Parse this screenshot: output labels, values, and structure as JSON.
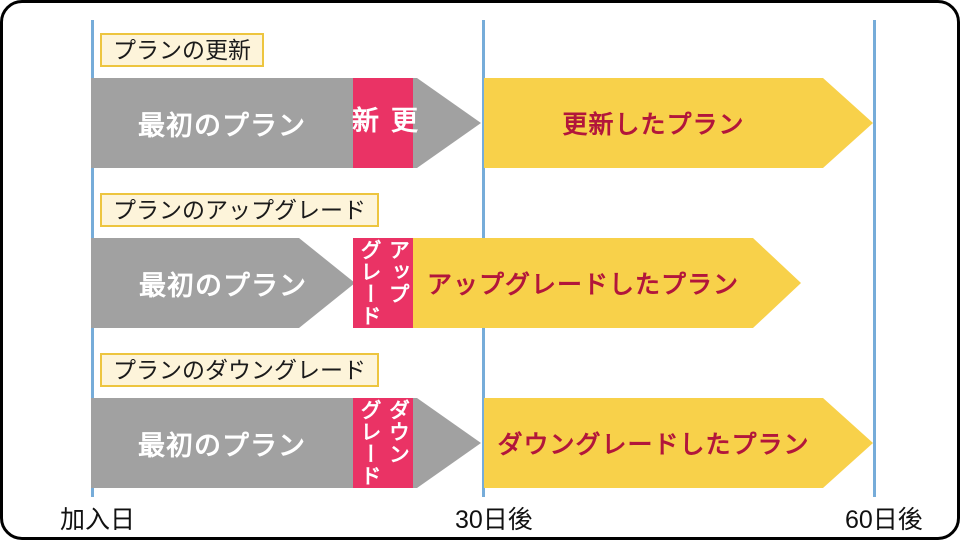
{
  "colors": {
    "pink": "#EA3365",
    "yellow": "#F8D14A",
    "gray": "#A1A1A1",
    "crimson": "#B2163B",
    "timeline_blue": "#76ACD9",
    "label_bg": "#FDF4DA",
    "label_border": "#EDC53F",
    "border": "#000000"
  },
  "timeline": {
    "markers": [
      "加入日",
      "30日後",
      "60日後"
    ]
  },
  "rows": [
    {
      "title": "プランの更新",
      "initial_plan": "最初のプラン",
      "transition": "更\n新",
      "result_plan": "更新したプラン"
    },
    {
      "title": "プランのアップグレード",
      "initial_plan": "最初のプラン",
      "transition": "アップ\nグレード",
      "result_plan": "アップグレードしたプラン"
    },
    {
      "title": "プランのダウングレード",
      "initial_plan": "最初のプラン",
      "transition": "ダウン\nグレード",
      "result_plan": "ダウングレードしたプラン"
    }
  ]
}
